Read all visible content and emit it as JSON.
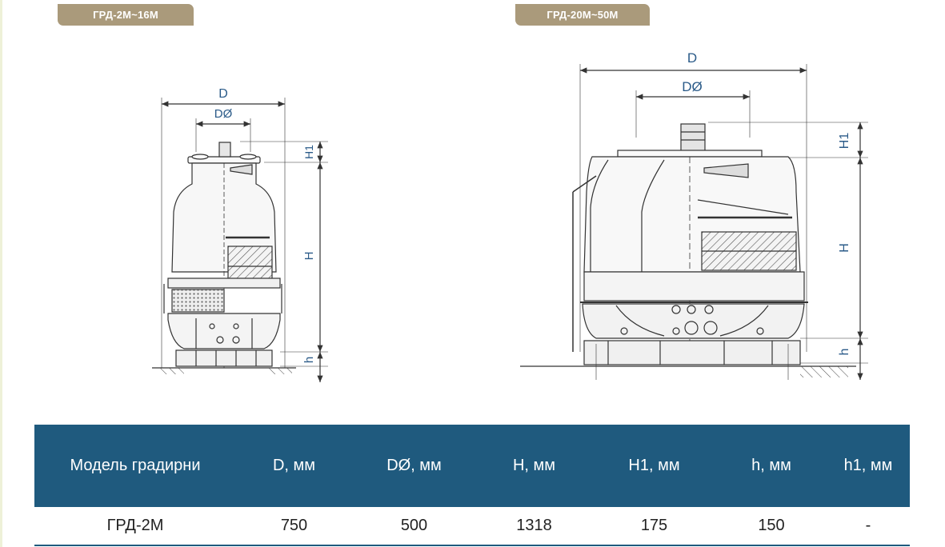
{
  "tags": {
    "left": "ГРД-2М~16М",
    "right": "ГРД-20М~50М"
  },
  "left_diagram": {
    "d_label": "D",
    "dd_label": "DØ",
    "h1_label": "H1",
    "h_label": "H",
    "hs_label": "h"
  },
  "right_diagram": {
    "d_label": "D",
    "dd_label": "DØ",
    "h1_label": "H1",
    "h_label": "H",
    "hs_label": "h"
  },
  "table": {
    "headers": [
      "Модель градирни",
      "D, мм",
      "DØ, мм",
      "H, мм",
      "H1, мм",
      "h, мм",
      "h1, мм"
    ],
    "rows": [
      [
        "ГРД-2М",
        "750",
        "500",
        "1318",
        "175",
        "150",
        "-"
      ]
    ]
  },
  "colors": {
    "tag_bg": "#aa9a7b",
    "header_bg": "#1f5a7e",
    "dimension_text": "#2a5a88",
    "drawing_line": "#333333"
  }
}
